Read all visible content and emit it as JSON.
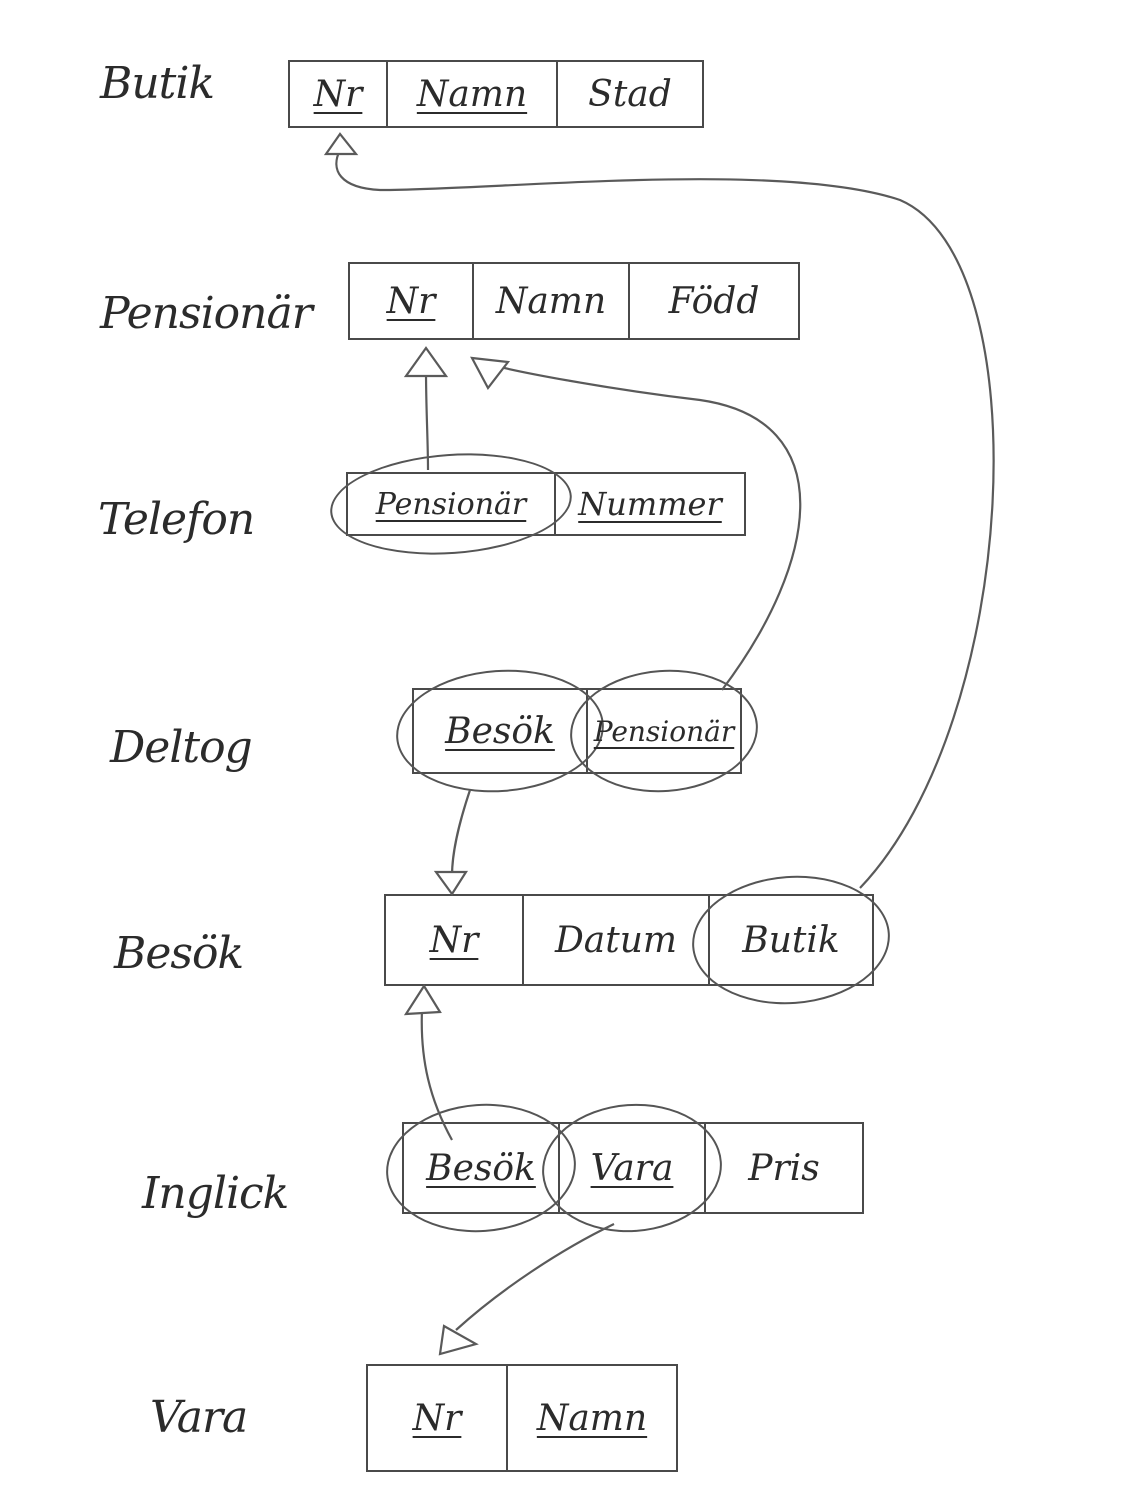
{
  "relations": [
    {
      "name": "Butik",
      "columns": [
        {
          "label": "Nr",
          "pk": true,
          "fk": false
        },
        {
          "label": "Namn",
          "pk": true,
          "fk": false
        },
        {
          "label": "Stad",
          "pk": false,
          "fk": false
        }
      ]
    },
    {
      "name": "Pensionär",
      "columns": [
        {
          "label": "Nr",
          "pk": true,
          "fk": false
        },
        {
          "label": "Namn",
          "pk": false,
          "fk": false
        },
        {
          "label": "Född",
          "pk": false,
          "fk": false
        }
      ]
    },
    {
      "name": "Telefon",
      "columns": [
        {
          "label": "Pensionär",
          "pk": true,
          "fk": true
        },
        {
          "label": "Nummer",
          "pk": true,
          "fk": false
        }
      ]
    },
    {
      "name": "Deltog",
      "columns": [
        {
          "label": "Besök",
          "pk": true,
          "fk": true
        },
        {
          "label": "Pensionär",
          "pk": true,
          "fk": true
        }
      ]
    },
    {
      "name": "Besök",
      "columns": [
        {
          "label": "Nr",
          "pk": true,
          "fk": false
        },
        {
          "label": "Datum",
          "pk": false,
          "fk": false
        },
        {
          "label": "Butik",
          "pk": false,
          "fk": true
        }
      ]
    },
    {
      "name": "Inglick",
      "columns": [
        {
          "label": "Besök",
          "pk": true,
          "fk": true
        },
        {
          "label": "Vara",
          "pk": true,
          "fk": true
        },
        {
          "label": "Pris",
          "pk": false,
          "fk": false
        }
      ]
    },
    {
      "name": "Vara",
      "columns": [
        {
          "label": "Nr",
          "pk": true,
          "fk": false
        },
        {
          "label": "Namn",
          "pk": true,
          "fk": false
        }
      ]
    }
  ],
  "references": [
    {
      "from": "Telefon.Pensionär",
      "to": "Pensionär.Nr"
    },
    {
      "from": "Deltog.Pensionär",
      "to": "Pensionär.Nr"
    },
    {
      "from": "Deltog.Besök",
      "to": "Besök.Nr"
    },
    {
      "from": "Besök.Butik",
      "to": "Butik.Nr"
    },
    {
      "from": "Inglick.Besök",
      "to": "Besök.Nr"
    },
    {
      "from": "Inglick.Vara",
      "to": "Vara.Nr"
    }
  ]
}
